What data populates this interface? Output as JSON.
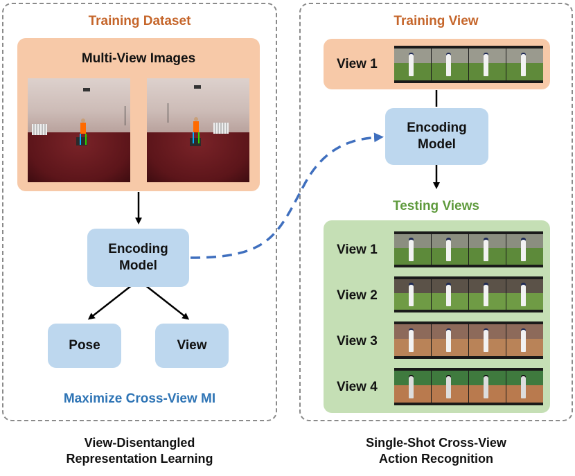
{
  "left_panel": {
    "title": "Training Dataset",
    "images_box_title": "Multi-View Images",
    "encoder_label": "Encoding\nModel",
    "pose_label": "Pose",
    "view_label": "View",
    "objective": "Maximize Cross-View MI",
    "caption_line1": "View-Disentangled",
    "caption_line2": "Representation Learning"
  },
  "right_panel": {
    "title": "Training View",
    "training_view_label": "View 1",
    "encoder_label": "Encoding\nModel",
    "testing_title": "Testing Views",
    "testing_views": [
      "View 1",
      "View 2",
      "View 3",
      "View 4"
    ],
    "caption_line1": "Single-Shot Cross-View",
    "caption_line2": "Action Recognition"
  },
  "colors": {
    "orange_title": "#c5652a",
    "green_title": "#5e9a3c",
    "blue_title": "#2e74b5",
    "orange_box": "#f7c9a8",
    "green_box": "#c5dfb5",
    "blue_box": "#bdd7ee",
    "dashed_arrow": "#3f6fbe"
  }
}
